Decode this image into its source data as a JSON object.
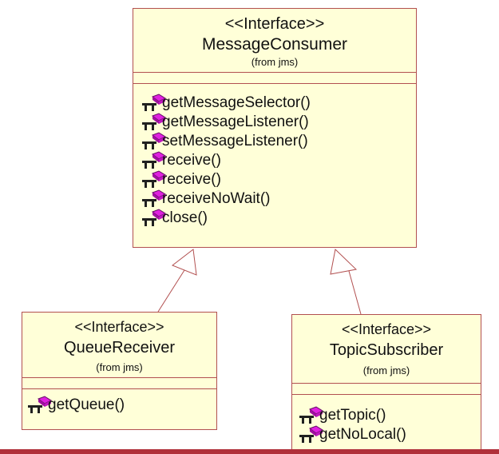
{
  "colors": {
    "box_fill": "#ffffd8",
    "box_border": "#b25050",
    "text": "#111111",
    "icon_magenta": "#e020e0",
    "icon_dark": "#202020",
    "bottom_bar": "#b0303a"
  },
  "message_consumer": {
    "stereotype": "<<Interface>>",
    "name": "MessageConsumer",
    "package": "(from jms)",
    "operations": [
      "getMessageSelector()",
      "getMessageListener()",
      "setMessageListener()",
      "receive()",
      "receive()",
      "receiveNoWait()",
      "close()"
    ]
  },
  "queue_receiver": {
    "stereotype": "<<Interface>>",
    "name": "QueueReceiver",
    "package": "(from jms)",
    "operations": [
      "getQueue()"
    ]
  },
  "topic_subscriber": {
    "stereotype": "<<Interface>>",
    "name": "TopicSubscriber",
    "package": "(from jms)",
    "operations": [
      "getTopic()",
      "getNoLocal()"
    ]
  },
  "icons": {
    "operation": "public-operation-icon",
    "generalization": "hollow-triangle-arrow-icon"
  }
}
